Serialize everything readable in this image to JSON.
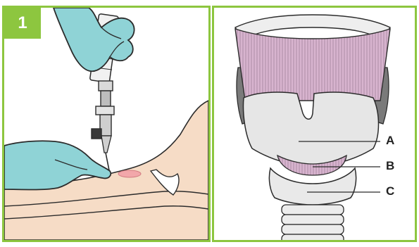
{
  "panels": {
    "left": {
      "step_number": "1",
      "content": "needle-insertion-illustration"
    },
    "right": {
      "content": "larynx-anatomy-illustration",
      "callouts": [
        {
          "id": "A",
          "label": "A"
        },
        {
          "id": "B",
          "label": "B"
        },
        {
          "id": "C",
          "label": "C"
        }
      ]
    }
  },
  "colors": {
    "panel_border": "#8dc63f",
    "badge_bg": "#8dc63f",
    "glove": "#8fd3d6",
    "glove_outline": "#2b2b2b",
    "skin": "#f6dcc6",
    "skin_pink": "#f2a7aa",
    "cartilage": "#e6e6e6",
    "muscle": "#d8b4cf",
    "muscle_line": "#9a7a94",
    "dark_shadow": "#7a7a7a"
  }
}
